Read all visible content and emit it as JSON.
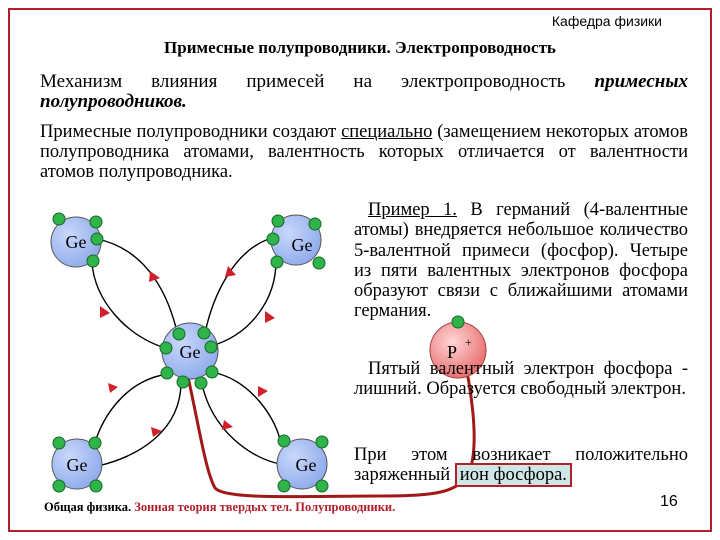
{
  "header": {
    "department": "Кафедра физики",
    "title": "Примесные  полупроводники. Электропроводность"
  },
  "mechanism": {
    "plain": "Механизм влияния примесей на электропроводность ",
    "emphasis": "примесных полупроводников."
  },
  "intro": {
    "before": "Примесные полупроводники создают ",
    "underlined": "специально",
    "after": " (замещением некоторых атомов полупроводника атомами, валентность которых отличается от валентности атомов полупроводника."
  },
  "example": {
    "label": "Пример 1.",
    "text": " В германий (4-валентные атомы) внедряется небольшое количество 5-валентной примеси (фосфор). Четыре из пяти валентных электронов фосфора образуют связи с ближайшими атомами германия.",
    "fifth_electron": "Пятый валентный электрон фосфора - лишний. Образуется свободный электрон.",
    "ion_before": "При этом возникает положительно заряженный ",
    "ion_label": "ион фосфора."
  },
  "diagram": {
    "atoms": [
      {
        "id": "top-left",
        "label": "Ge"
      },
      {
        "id": "top-right",
        "label": "Ge"
      },
      {
        "id": "center",
        "label": "Ge"
      },
      {
        "id": "bottom-left",
        "label": "Ge"
      },
      {
        "id": "bottom-right",
        "label": "Ge"
      }
    ],
    "impurity": {
      "label": "P",
      "charge": "+"
    },
    "colors": {
      "atom_fill": "#9fb8f0",
      "impurity_fill": "#ee8c8c",
      "electron": "#2fb34a",
      "bond": "#000000",
      "arrow": "#d0202a",
      "free_path": "#a01818"
    }
  },
  "footer": {
    "course": "Общая физика.",
    "topic": "Зонная теория твердых тел. Полупроводники."
  },
  "page_number": "16"
}
